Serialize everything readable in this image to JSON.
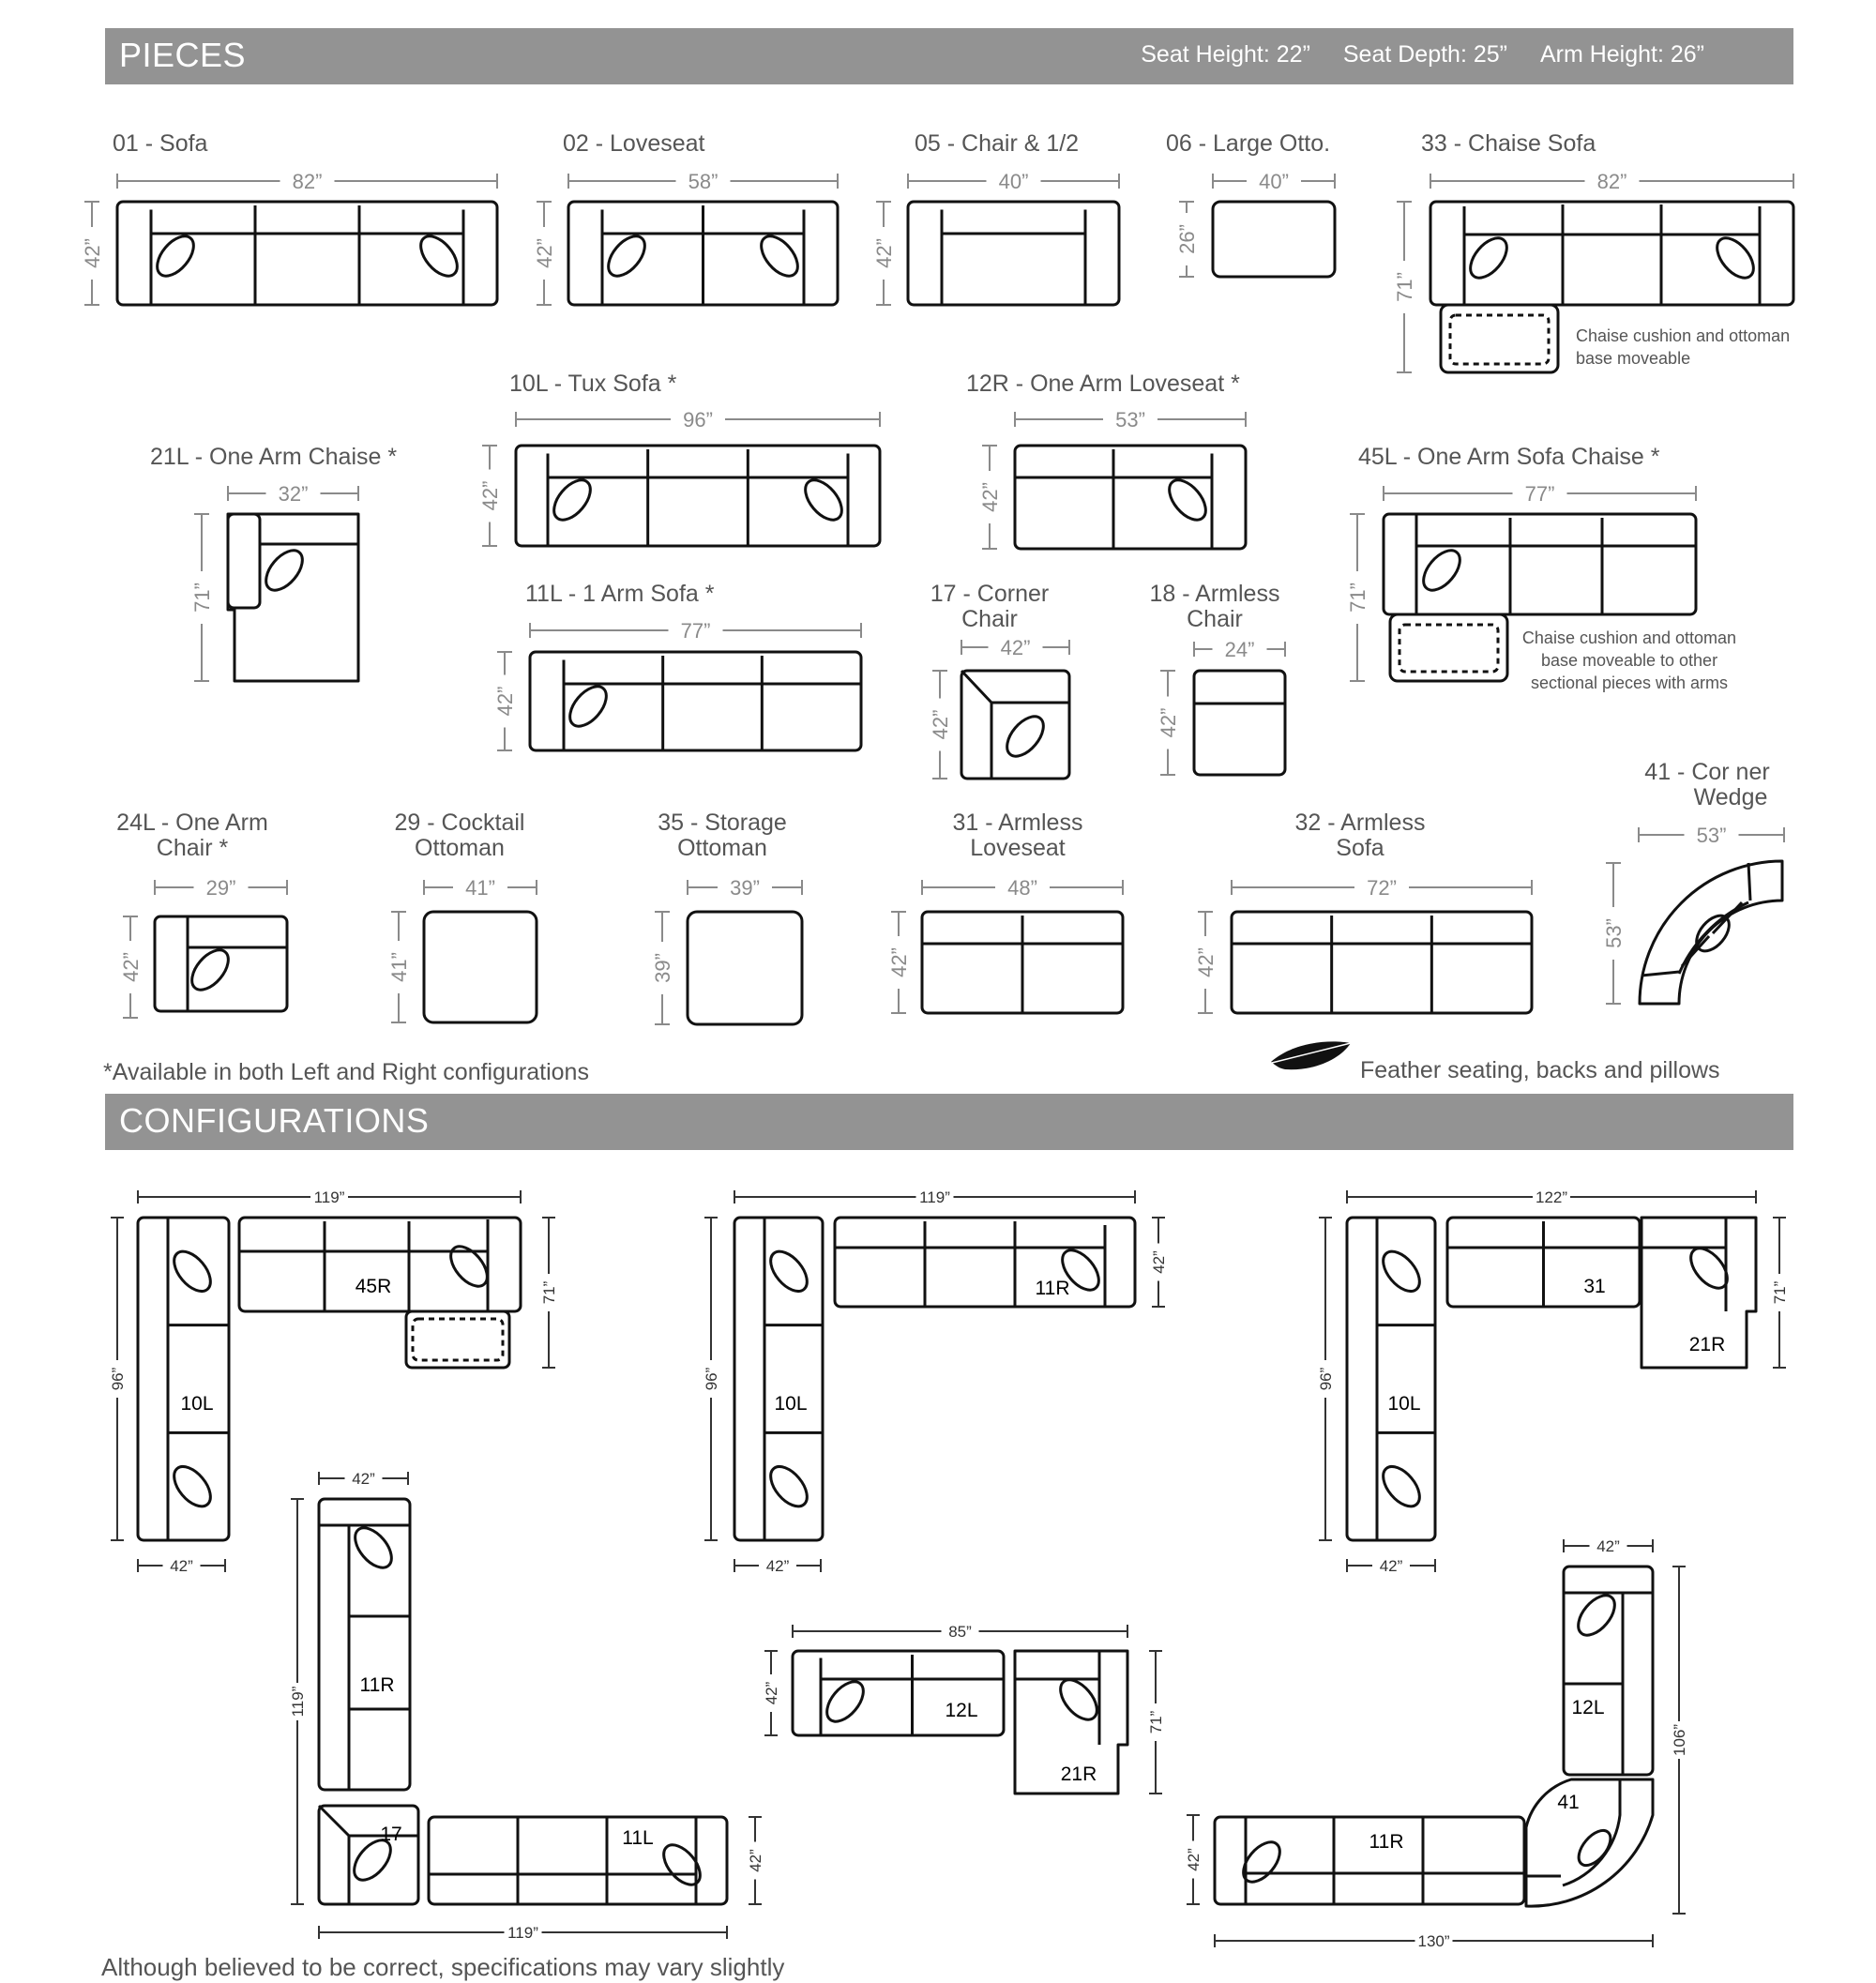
{
  "pieces_header": {
    "title": "PIECES",
    "seat_height": "Seat Height: 22”",
    "seat_depth": "Seat Depth: 25”",
    "arm_height": "Arm Height: 26”"
  },
  "pieces": {
    "sofa": {
      "name": "01 - Sofa",
      "width": "82”",
      "depth": "42”"
    },
    "loveseat": {
      "name": "02 - Loveseat",
      "width": "58”",
      "depth": "42”"
    },
    "chair_half": {
      "name": "05 - Chair & 1/2",
      "width": "40”",
      "depth": "42”"
    },
    "large_otto": {
      "name": "06 - Large Otto.",
      "width": "40”",
      "depth": "26”"
    },
    "chaise_sofa": {
      "name": "33 - Chaise Sofa",
      "width": "82”",
      "depth": "71”",
      "note": "Chaise cushion and ottoman base moveable"
    },
    "tux_sofa": {
      "name": "10L - Tux Sofa *",
      "width": "96”",
      "depth": "42”"
    },
    "one_arm_loveseat": {
      "name": "12R - One Arm Loveseat *",
      "width": "53”",
      "depth": "42”"
    },
    "one_arm_chaise": {
      "name": "21L - One Arm Chaise *",
      "width": "32”",
      "depth": "71”"
    },
    "one_arm_sofa_chaise": {
      "name": "45L - One Arm Sofa Chaise *",
      "width": "77”",
      "depth": "71”",
      "note": "Chaise cushion and ottoman base moveable to other sectional pieces with arms"
    },
    "one_arm_sofa": {
      "name": "11L - 1 Arm Sofa *",
      "width": "77”",
      "depth": "42”"
    },
    "corner_chair": {
      "name_line1": "17 -  Corner",
      "name_line2": "Chair",
      "width": "42”",
      "depth": "42”"
    },
    "armless_chair": {
      "name_line1": "18 -  Armless",
      "name_line2": "Chair",
      "width": "24”",
      "depth": "42”"
    },
    "one_arm_chair": {
      "name_line1": "24L -   One Arm",
      "name_line2": "Chair *",
      "width": "29”",
      "depth": "42”"
    },
    "cocktail_ottoman": {
      "name_line1": "29 -  Cocktail",
      "name_line2": "Ottoman",
      "width": "41”",
      "depth": "41”"
    },
    "storage_ottoman": {
      "name_line1": "35 -  Storage",
      "name_line2": "Ottoman",
      "width": "39”",
      "depth": "39”"
    },
    "armless_loveseat": {
      "name_line1": "31 - Armless",
      "name_line2": "Loveseat",
      "width": "48”",
      "depth": "42”"
    },
    "armless_sofa": {
      "name_line1": "32 - Armless",
      "name_line2": "Sofa",
      "width": "72”",
      "depth": "42”"
    },
    "corner_wedge": {
      "name_line1": "41 - Cor ner",
      "name_line2": "Wedge",
      "width": "53”",
      "depth": "53”"
    }
  },
  "availability_note": "*Available in both Left and Right configurations",
  "feather_note": "Feather seating, backs and pillows",
  "configurations_header": {
    "title": "CONFIGURATIONS"
  },
  "configurations": {
    "c1": {
      "w": "119”",
      "d": "96”",
      "r": "71”",
      "b": "42”",
      "a": "10L",
      "b_label": "45R"
    },
    "c2": {
      "w": "119”",
      "d": "96”",
      "r": "42”",
      "b": "42”",
      "a": "10L",
      "b_label": "11R"
    },
    "c3": {
      "w": "122”",
      "d": "96”",
      "r": "71”",
      "b": "42”",
      "a": "10L",
      "b_label": "31",
      "c_label": "21R"
    },
    "c4": {
      "top": "42”",
      "d": "119”",
      "w": "119”",
      "r": "42”",
      "a": "11R",
      "b_label": "17",
      "c_label": "11L"
    },
    "c5": {
      "w": "85”",
      "l": "42”",
      "r": "71”",
      "a": "12L",
      "b_label": "21R"
    },
    "c6": {
      "top": "42”",
      "d": "106”",
      "w": "130”",
      "l": "42”",
      "a": "12L",
      "b_label": "41",
      "c_label": "11R"
    }
  },
  "disclaimer": "Although believed to be correct, specifications may vary slightly"
}
